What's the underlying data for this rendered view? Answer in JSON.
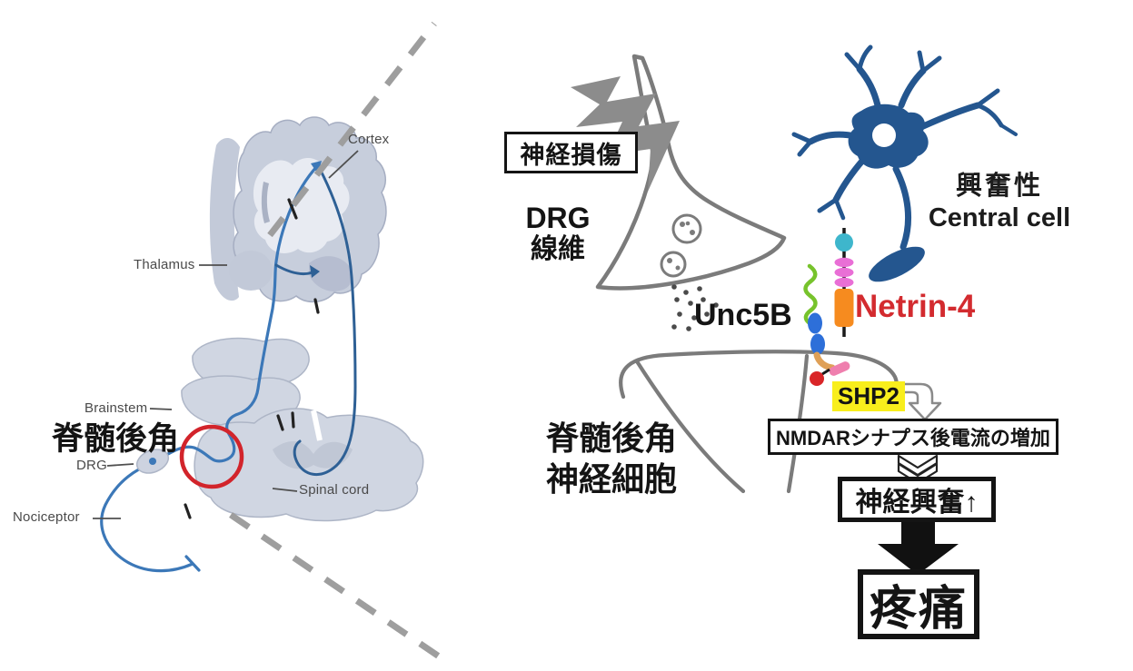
{
  "left_panel": {
    "labels": {
      "cortex": "Cortex",
      "thalamus": "Thalamus",
      "brainstem": "Brainstem",
      "drg": "DRG",
      "spinal_cord": "Spinal cord",
      "nociceptor": "Nociceptor",
      "dorsal_horn": "脊髄後角"
    }
  },
  "right_panel": {
    "nerve_injury_box_label": "神経損傷",
    "drg_fiber_label": {
      "line1": "DRG",
      "line2": "線維"
    },
    "unc5b_label": "Unc5B",
    "netrin4_label": "Netrin-4",
    "central_cell_label": {
      "line1": "興奮性",
      "line2": "Central cell"
    },
    "dorsal_horn_neuron_label": {
      "line1": "脊髄後角",
      "line2": "神経細胞"
    },
    "shp2_label": "SHP2",
    "nmdar_box_label": "NMDARシナプス後電流の増加",
    "excitation_box_label": "神経興奮↑",
    "pain_box_label": "疼痛"
  },
  "colors": {
    "netrin4_text": "#d32b2f",
    "shp2_highlight": "#f8ee1c",
    "neuron_navy": "#24568f",
    "pathway_blue": "#3c78b8",
    "pathway_blue_dark": "#2e6095",
    "highlight_circle_red": "#d2242b",
    "art_gray": "#7b7b7b",
    "dashed_line_gray": "#9e9e9e",
    "unc5b_green": "#77c32c",
    "netrin_orange": "#f68b1f",
    "netrin_magenta": "#e96fd6",
    "netrin_cyan": "#3eb6cc",
    "receptor_blue": "#2d6fd9",
    "phospho_red": "#d92528",
    "brain_fill": "#c7cedc",
    "brain_inner": "#e8ebf2"
  }
}
